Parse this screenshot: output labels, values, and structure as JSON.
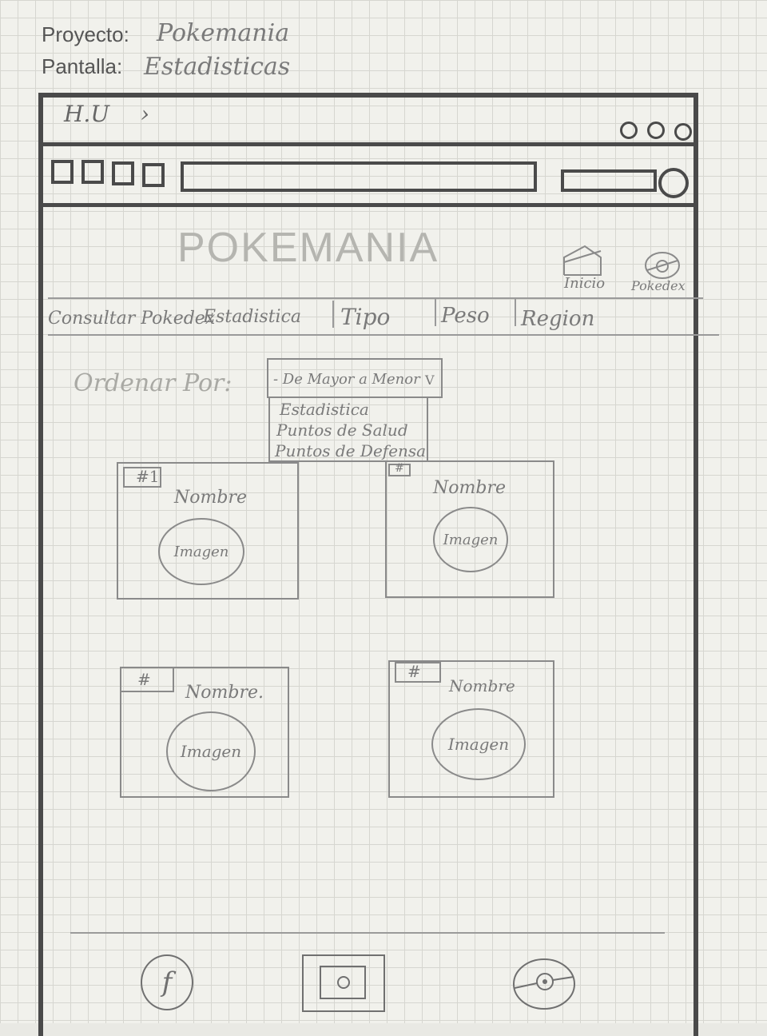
{
  "header": {
    "project_label": "Proyecto:",
    "project_value": "Pokemania",
    "screen_label": "Pantalla:",
    "screen_value": "Estadisticas"
  },
  "browser": {
    "tab_text": "H.U",
    "tab_arrow": "›"
  },
  "app": {
    "title": "POKEMANIA",
    "nav_home": "Inicio",
    "nav_pokedex": "Pokedex"
  },
  "tabs": [
    "Consultar Pokedex",
    "Estadistica",
    "Tipo",
    "Peso",
    "Region"
  ],
  "sort": {
    "label": "Ordenar Por:",
    "selected": "- De Mayor a Menor",
    "arrow": "V",
    "options": [
      "Estadistica",
      "Puntos de Salud",
      "Puntos de Defensa"
    ]
  },
  "cards": [
    {
      "badge": "#1",
      "name": "Nombre",
      "image_label": "Imagen"
    },
    {
      "badge": "#",
      "name": "Nombre",
      "image_label": "Imagen"
    },
    {
      "badge": "#",
      "name": "Nombre.",
      "image_label": "Imagen"
    },
    {
      "badge": "#",
      "name": "Nombre",
      "image_label": "Imagen"
    }
  ],
  "footer": {
    "facebook_glyph": "f"
  },
  "icons": [
    "home-icon",
    "pokeball-icon",
    "facebook-icon",
    "instagram-icon",
    "pokeball-icon"
  ]
}
